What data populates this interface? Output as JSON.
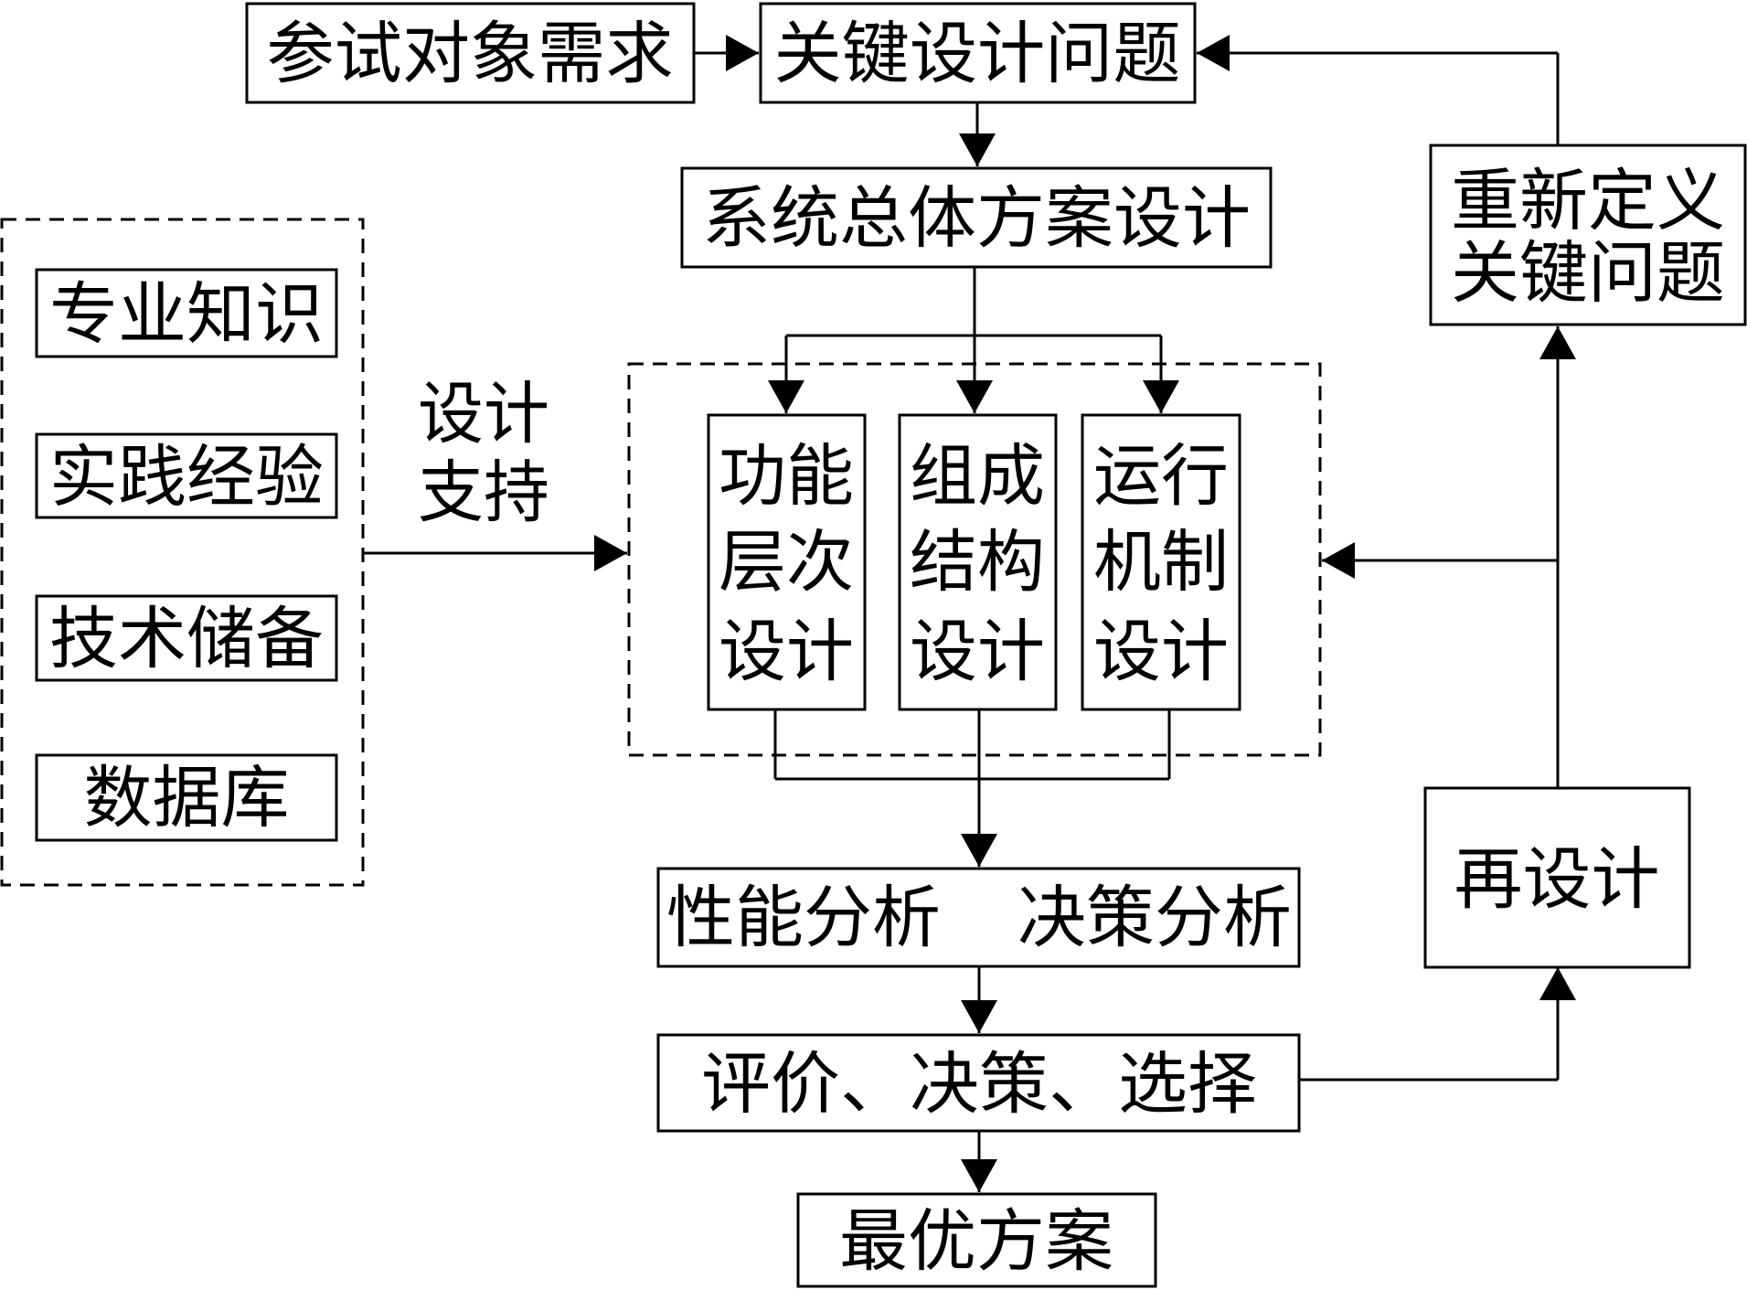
{
  "flow": {
    "participant_needs": "参试对象需求",
    "key_design_issues": "关键设计问题",
    "overall_scheme_design": "系统总体方案设计",
    "function_level_design": [
      "功能",
      "层次",
      "设计"
    ],
    "composition_structure_design": [
      "组成",
      "结构",
      "设计"
    ],
    "operation_mechanism_design": [
      "运行",
      "机制",
      "设计"
    ],
    "performance_analysis": "性能分析",
    "decision_analysis": "决策分析",
    "evaluation_selection": "评价、决策、选择",
    "optimal_scheme": "最优方案",
    "redesign": "再设计",
    "redefine_key_issues": [
      "重新定义",
      "关键问题"
    ]
  },
  "support": {
    "items": [
      "专业知识",
      "实践经验",
      "技术储备",
      "数据库"
    ],
    "label": [
      "设计",
      "支持"
    ]
  },
  "colors": {
    "stroke": "#000000",
    "text": "#000000",
    "background": "#ffffff"
  }
}
